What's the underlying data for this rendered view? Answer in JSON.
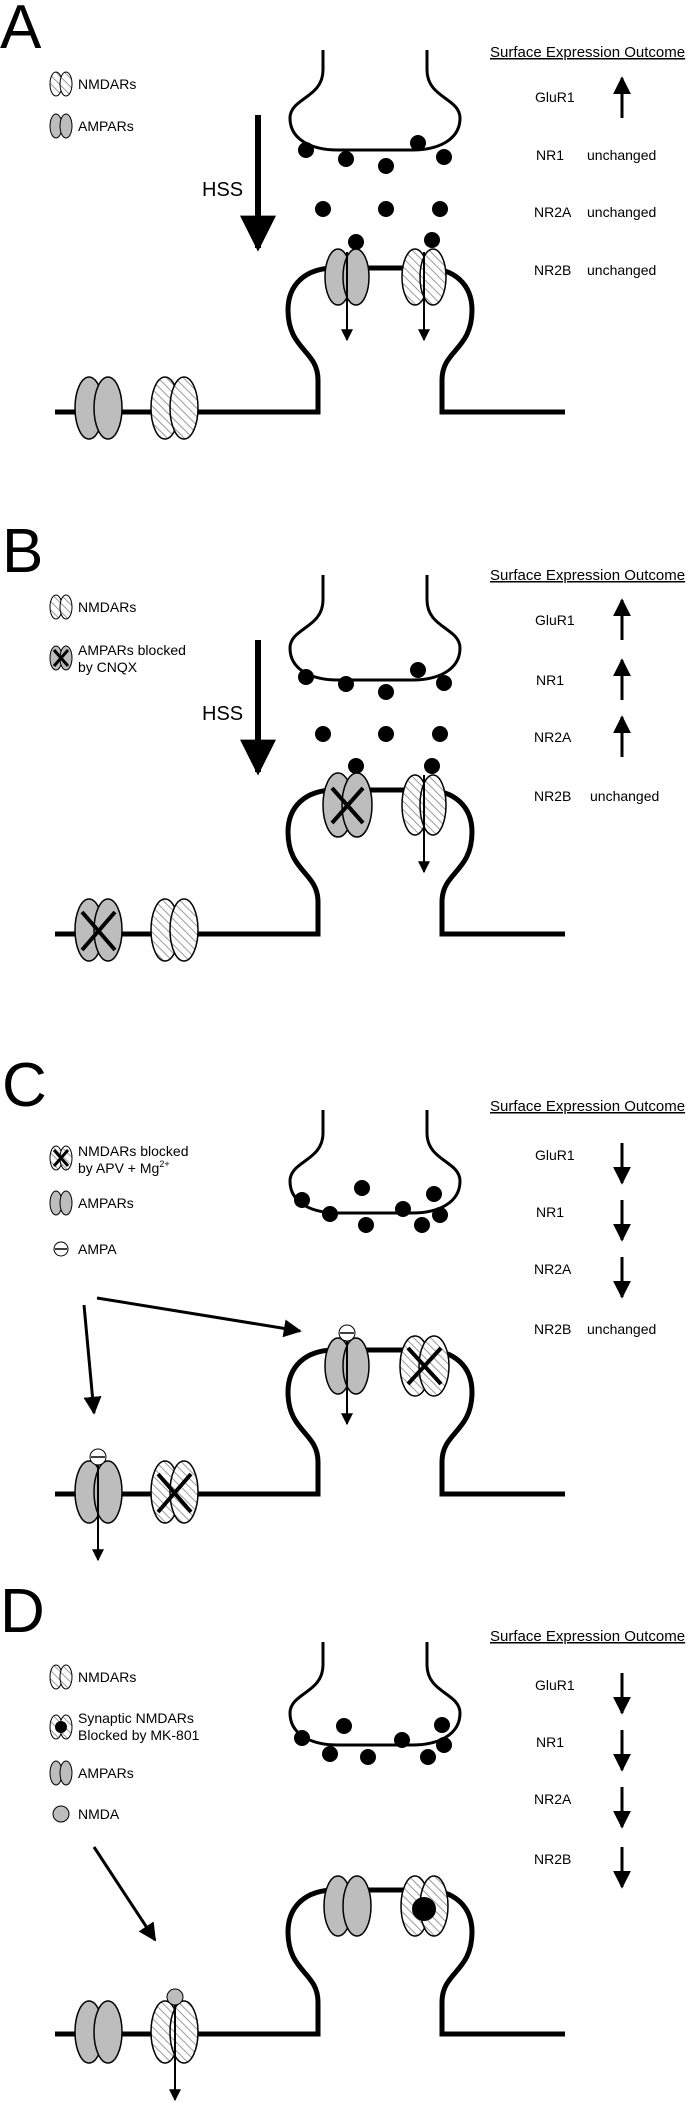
{
  "panels": [
    {
      "letter": "A",
      "legend": [
        {
          "kind": "nmdar",
          "text": "NMDARs"
        },
        {
          "kind": "ampar",
          "text": "AMPARs"
        }
      ],
      "hss": "HSS",
      "outcome_title": "Surface Expression Outcome",
      "outcomes": [
        {
          "label": "GluR1",
          "value": "",
          "arrow": "up"
        },
        {
          "label": "NR1",
          "value": "unchanged",
          "arrow": ""
        },
        {
          "label": "NR2A",
          "value": "unchanged",
          "arrow": ""
        },
        {
          "label": "NR2B",
          "value": "unchanged",
          "arrow": ""
        }
      ]
    },
    {
      "letter": "B",
      "legend": [
        {
          "kind": "nmdar",
          "text": "NMDARs"
        },
        {
          "kind": "ampar-blocked",
          "text": "AMPARs blocked",
          "text2": "by CNQX"
        }
      ],
      "hss": "HSS",
      "outcome_title": "Surface Expression Outcome",
      "outcomes": [
        {
          "label": "GluR1",
          "value": "",
          "arrow": "up"
        },
        {
          "label": "NR1",
          "value": "",
          "arrow": "up"
        },
        {
          "label": "NR2A",
          "value": "",
          "arrow": "up"
        },
        {
          "label": "NR2B",
          "value": "unchanged",
          "arrow": ""
        }
      ]
    },
    {
      "letter": "C",
      "legend": [
        {
          "kind": "nmdar-blocked",
          "text": "NMDARs blocked",
          "text2": "by APV + Mg",
          "sup": "2+"
        },
        {
          "kind": "ampar",
          "text": "AMPARs"
        },
        {
          "kind": "ampa",
          "text": "AMPA"
        }
      ],
      "outcome_title": "Surface Expression Outcome",
      "outcomes": [
        {
          "label": "GluR1",
          "value": "",
          "arrow": "down"
        },
        {
          "label": "NR1",
          "value": "",
          "arrow": "down"
        },
        {
          "label": "NR2A",
          "value": "",
          "arrow": "down"
        },
        {
          "label": "NR2B",
          "value": "unchanged",
          "arrow": ""
        }
      ]
    },
    {
      "letter": "D",
      "legend": [
        {
          "kind": "nmdar",
          "text": "NMDARs"
        },
        {
          "kind": "nmdar-mk",
          "text": "Synaptic NMDARs",
          "text2": "Blocked by MK-801"
        },
        {
          "kind": "ampar",
          "text": "AMPARs"
        },
        {
          "kind": "nmda",
          "text": "NMDA"
        }
      ],
      "outcome_title": "Surface Expression Outcome",
      "outcomes": [
        {
          "label": "GluR1",
          "value": "",
          "arrow": "down"
        },
        {
          "label": "NR1",
          "value": "",
          "arrow": "down"
        },
        {
          "label": "NR2A",
          "value": "",
          "arrow": "down"
        },
        {
          "label": "NR2B",
          "value": "",
          "arrow": "down"
        }
      ]
    }
  ]
}
